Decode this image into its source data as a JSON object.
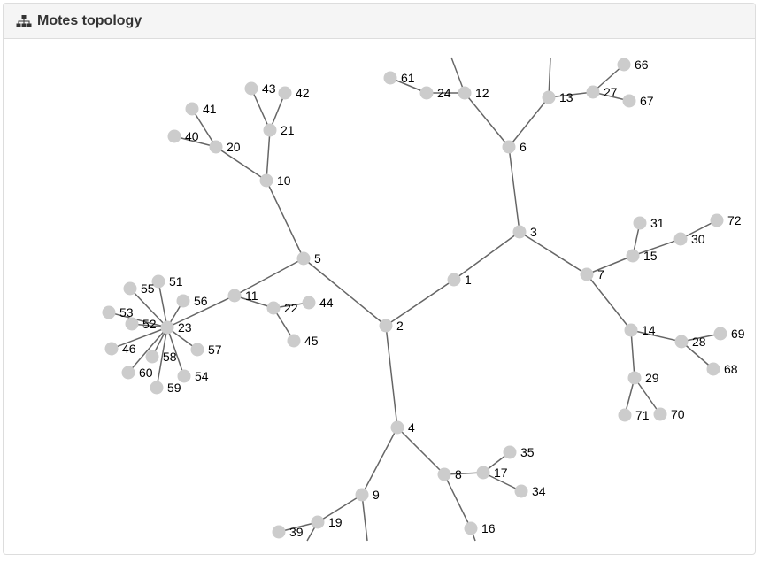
{
  "panel": {
    "title": "Motes topology",
    "icon": "sitemap-icon"
  },
  "colors": {
    "node_fill": "#cccccc",
    "edge_stroke": "#666666",
    "label_color": "#000000",
    "heading_background": "#f5f5f5",
    "border": "#dddddd"
  },
  "topology": {
    "nodes": [
      {
        "id": "1"
      },
      {
        "id": "2"
      },
      {
        "id": "3"
      },
      {
        "id": "4"
      },
      {
        "id": "5"
      },
      {
        "id": "6"
      },
      {
        "id": "7"
      },
      {
        "id": "8"
      },
      {
        "id": "9"
      },
      {
        "id": "10"
      },
      {
        "id": "11"
      },
      {
        "id": "12"
      },
      {
        "id": "13"
      },
      {
        "id": "14"
      },
      {
        "id": "15"
      },
      {
        "id": "16"
      },
      {
        "id": "17"
      },
      {
        "id": "19"
      },
      {
        "id": "20"
      },
      {
        "id": "21"
      },
      {
        "id": "22"
      },
      {
        "id": "23"
      },
      {
        "id": "24"
      },
      {
        "id": "27"
      },
      {
        "id": "28"
      },
      {
        "id": "29"
      },
      {
        "id": "30"
      },
      {
        "id": "31"
      },
      {
        "id": "34"
      },
      {
        "id": "35"
      },
      {
        "id": "39"
      },
      {
        "id": "40"
      },
      {
        "id": "41"
      },
      {
        "id": "42"
      },
      {
        "id": "43"
      },
      {
        "id": "44"
      },
      {
        "id": "45"
      },
      {
        "id": "46"
      },
      {
        "id": "51"
      },
      {
        "id": "52"
      },
      {
        "id": "53"
      },
      {
        "id": "54"
      },
      {
        "id": "55"
      },
      {
        "id": "56"
      },
      {
        "id": "57"
      },
      {
        "id": "58"
      },
      {
        "id": "59"
      },
      {
        "id": "60"
      },
      {
        "id": "61"
      },
      {
        "id": "66"
      },
      {
        "id": "67"
      },
      {
        "id": "68"
      },
      {
        "id": "69"
      },
      {
        "id": "70"
      },
      {
        "id": "71"
      },
      {
        "id": "72"
      }
    ],
    "edges": [
      [
        "1",
        "2"
      ],
      [
        "1",
        "3"
      ],
      [
        "2",
        "5"
      ],
      [
        "2",
        "4"
      ],
      [
        "3",
        "6"
      ],
      [
        "3",
        "7"
      ],
      [
        "4",
        "9"
      ],
      [
        "4",
        "8"
      ],
      [
        "5",
        "10"
      ],
      [
        "5",
        "11"
      ],
      [
        "6",
        "12"
      ],
      [
        "6",
        "13"
      ],
      [
        "7",
        "15"
      ],
      [
        "7",
        "14"
      ],
      [
        "8",
        "17"
      ],
      [
        "8",
        "16"
      ],
      [
        "9",
        "19"
      ],
      [
        "10",
        "20"
      ],
      [
        "10",
        "21"
      ],
      [
        "11",
        "23"
      ],
      [
        "11",
        "22"
      ],
      [
        "12",
        "24"
      ],
      [
        "13",
        "27"
      ],
      [
        "14",
        "28"
      ],
      [
        "14",
        "29"
      ],
      [
        "15",
        "30"
      ],
      [
        "15",
        "31"
      ],
      [
        "17",
        "35"
      ],
      [
        "17",
        "34"
      ],
      [
        "19",
        "39"
      ],
      [
        "20",
        "40"
      ],
      [
        "20",
        "41"
      ],
      [
        "21",
        "42"
      ],
      [
        "21",
        "43"
      ],
      [
        "22",
        "44"
      ],
      [
        "22",
        "45"
      ],
      [
        "23",
        "51"
      ],
      [
        "23",
        "52"
      ],
      [
        "23",
        "53"
      ],
      [
        "23",
        "54"
      ],
      [
        "23",
        "55"
      ],
      [
        "23",
        "56"
      ],
      [
        "23",
        "57"
      ],
      [
        "23",
        "58"
      ],
      [
        "23",
        "59"
      ],
      [
        "23",
        "60"
      ],
      [
        "23",
        "46"
      ],
      [
        "24",
        "61"
      ],
      [
        "27",
        "66"
      ],
      [
        "27",
        "67"
      ],
      [
        "28",
        "68"
      ],
      [
        "28",
        "69"
      ],
      [
        "29",
        "70"
      ],
      [
        "29",
        "71"
      ],
      [
        "30",
        "72"
      ]
    ]
  }
}
